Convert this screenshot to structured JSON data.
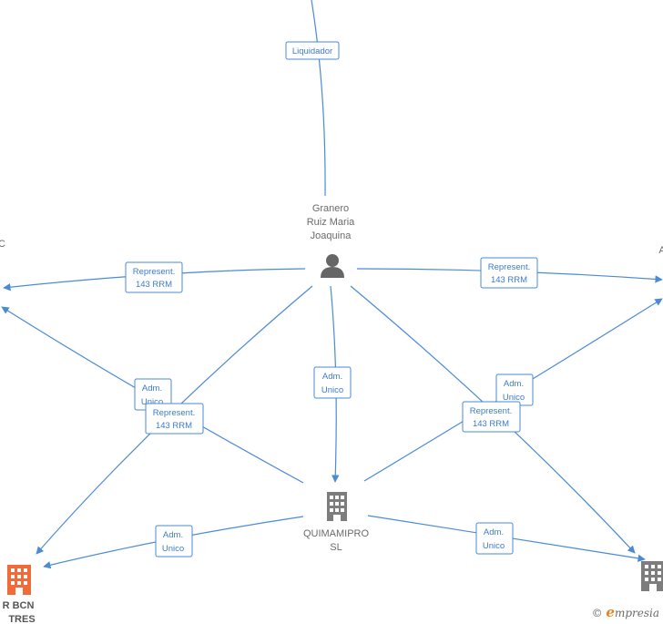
{
  "nodes": {
    "person": {
      "name": [
        "Granero",
        "Ruiz Maria",
        "Joaquina"
      ]
    },
    "quimamipro": {
      "name": [
        "QUIMAMIPRO",
        "SL"
      ]
    },
    "bottom_left": {
      "name": [
        "R BCN",
        "TRES"
      ]
    },
    "left_partial": {
      "name": [
        "C"
      ]
    },
    "right_partial": {
      "name": [
        "A"
      ]
    }
  },
  "edges": {
    "liquidador": [
      "Liquidador"
    ],
    "rep_left": [
      "Represent.",
      "143 RRM"
    ],
    "rep_right": [
      "Represent.",
      "143 RRM"
    ],
    "adm_center": [
      "Adm.",
      "Unico"
    ],
    "adm_left": [
      "Adm.",
      "Unico"
    ],
    "rep_mid_left": [
      "Represent.",
      "143 RRM"
    ],
    "adm_right": [
      "Adm.",
      "Unico"
    ],
    "rep_mid_right": [
      "Represent.",
      "143 RRM"
    ],
    "adm_bottom_left": [
      "Adm.",
      "Unico"
    ],
    "adm_bottom_right": [
      "Adm.",
      "Unico"
    ]
  },
  "colors": {
    "edge": "#4a8ad6",
    "company_gray": "#7d7d7d",
    "company_orange": "#f06a3a",
    "person": "#666666"
  },
  "icons": {
    "person": "person-icon",
    "company": "building-icon"
  },
  "watermark": {
    "symbol": "©",
    "brand_initial": "e",
    "brand_rest": "mpresia"
  }
}
